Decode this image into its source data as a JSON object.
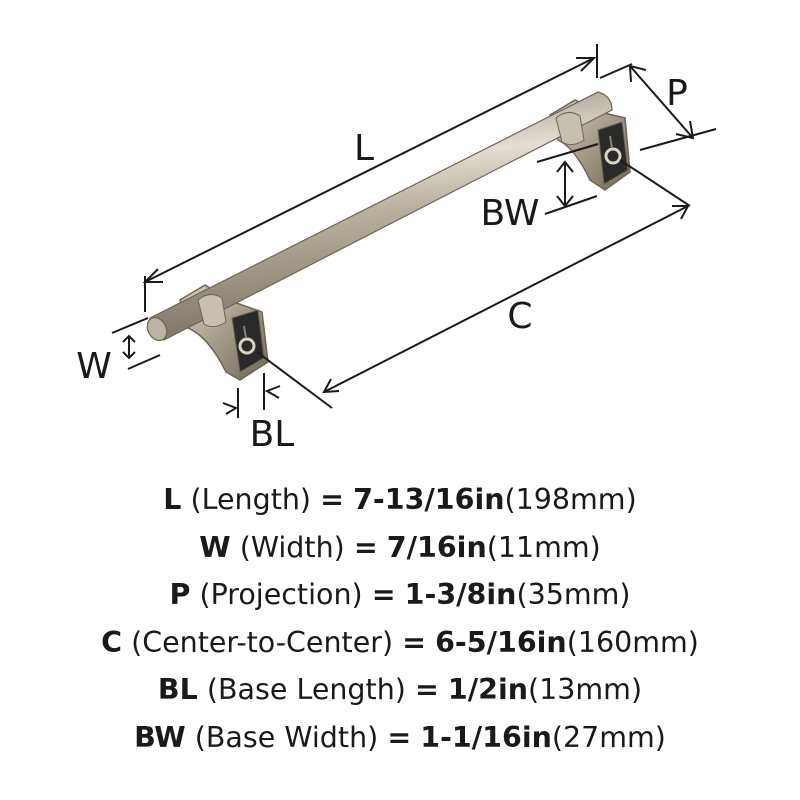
{
  "diagram": {
    "colors": {
      "metal": "#a89f8c",
      "metal_light": "#d9d3c4",
      "metal_dark": "#6d6556",
      "insert": "#222222",
      "line": "#1a1a1a"
    },
    "labels": {
      "L": "L",
      "P": "P",
      "BW": "BW",
      "C": "C",
      "W": "W",
      "BL": "BL"
    }
  },
  "specs": [
    {
      "code": "L",
      "name": "(Length)",
      "eq": "=",
      "imperial": "7-13/16in",
      "metric": "(198mm)"
    },
    {
      "code": "W",
      "name": "(Width)",
      "eq": "=",
      "imperial": "7/16in",
      "metric": "(11mm)"
    },
    {
      "code": "P",
      "name": "(Projection)",
      "eq": "=",
      "imperial": "1-3/8in",
      "metric": "(35mm)"
    },
    {
      "code": "C",
      "name": "(Center-to-Center)",
      "eq": "=",
      "imperial": "6-5/16in",
      "metric": "(160mm)"
    },
    {
      "code": "BL",
      "name": "(Base Length)",
      "eq": "=",
      "imperial": "1/2in",
      "metric": "(13mm)"
    },
    {
      "code": "BW",
      "name": "(Base Width)",
      "eq": "=",
      "imperial": "1-1/16in",
      "metric": "(27mm)"
    }
  ]
}
